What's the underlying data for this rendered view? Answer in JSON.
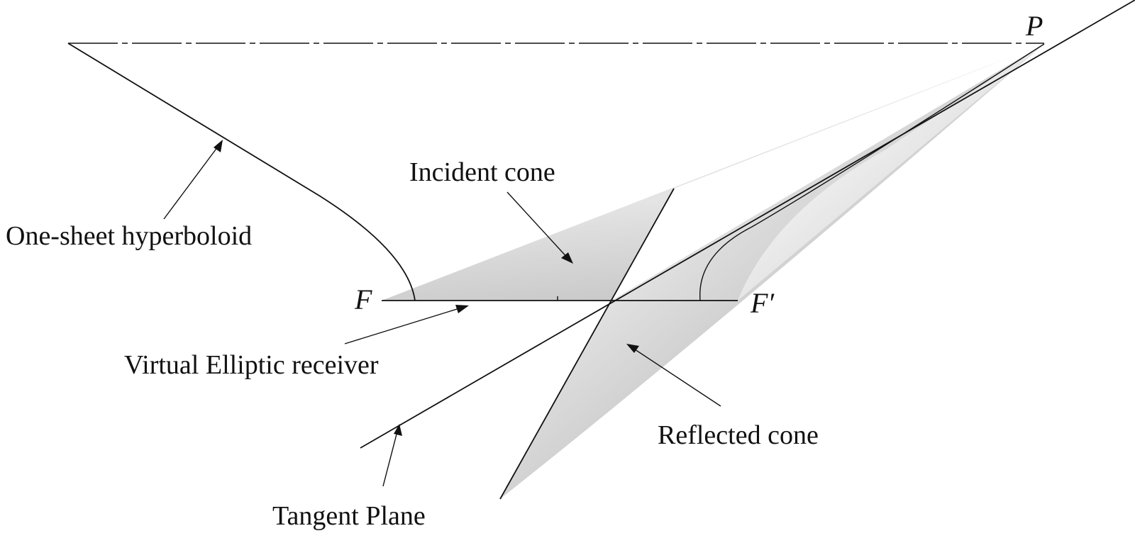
{
  "labels": {
    "incident_cone": "Incident cone",
    "hyperboloid": "One-sheet hyperboloid",
    "receiver": "Virtual Elliptic receiver",
    "tangent_plane": "Tangent Plane",
    "reflected_cone": "Reflected cone"
  },
  "points": {
    "P": "P",
    "F": "F",
    "F_prime": "F′"
  },
  "colors": {
    "line": "#111111",
    "cone_light": "#f4f4f4",
    "cone_dark": "#b9b9b9",
    "background": "#ffffff"
  }
}
